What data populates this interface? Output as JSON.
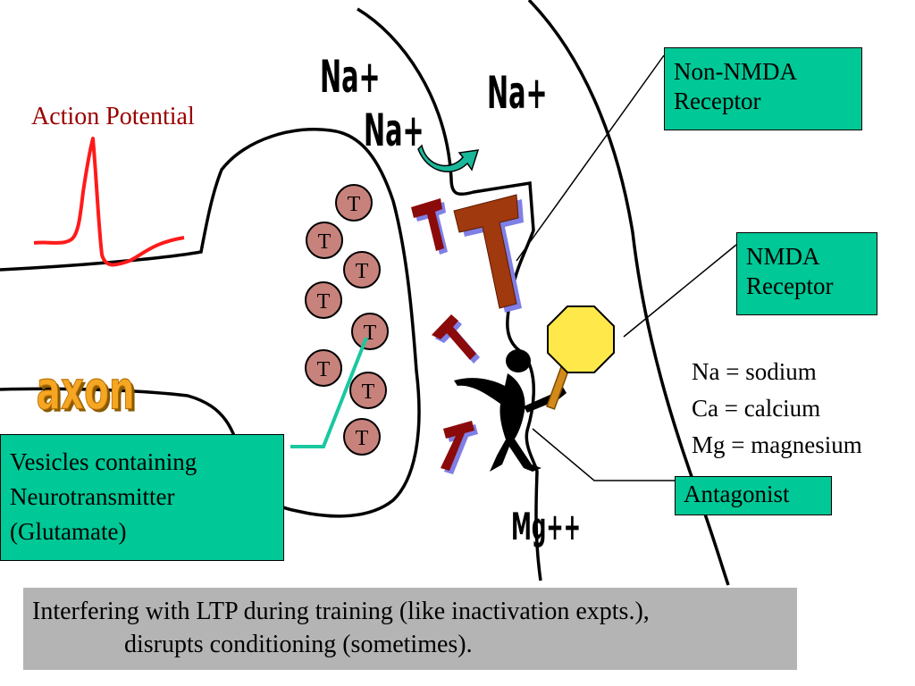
{
  "action_potential": {
    "label": "Action Potential",
    "trace_color": "#ff1a1a",
    "label_color": "#990000"
  },
  "axon_label": "axon",
  "vesicle_label": "T",
  "ions": {
    "na_1": "Na+",
    "na_2": "Na+",
    "na_3": "Na+",
    "mg": "Mg++"
  },
  "callouts": {
    "non_nmda": {
      "line1": "Non-NMDA",
      "line2": "Receptor"
    },
    "nmda": {
      "line1": "NMDA",
      "line2": "Receptor"
    },
    "antagonist": "Antagonist",
    "vesicles": {
      "line1": "Vesicles containing",
      "line2": "Neurotransmitter",
      "line3": "(Glutamate)"
    }
  },
  "legend": [
    "Na = sodium",
    "Ca = calcium",
    "Mg = magnesium"
  ],
  "caption": {
    "line1": "Interfering with LTP during training (like inactivation expts.),",
    "line2": "disrupts conditioning (sometimes)."
  },
  "colors": {
    "callout_box": "#00c896",
    "caption_box": "#b4b4b4",
    "vesicle_fill": "#c8827c",
    "receptor_brown": "#a0390d",
    "transmitter_red": "#8b0a0a",
    "shadow_blue": "#7f7fe6",
    "axon_orange": "#f5a623",
    "sign_yellow": "#ffe84a"
  }
}
